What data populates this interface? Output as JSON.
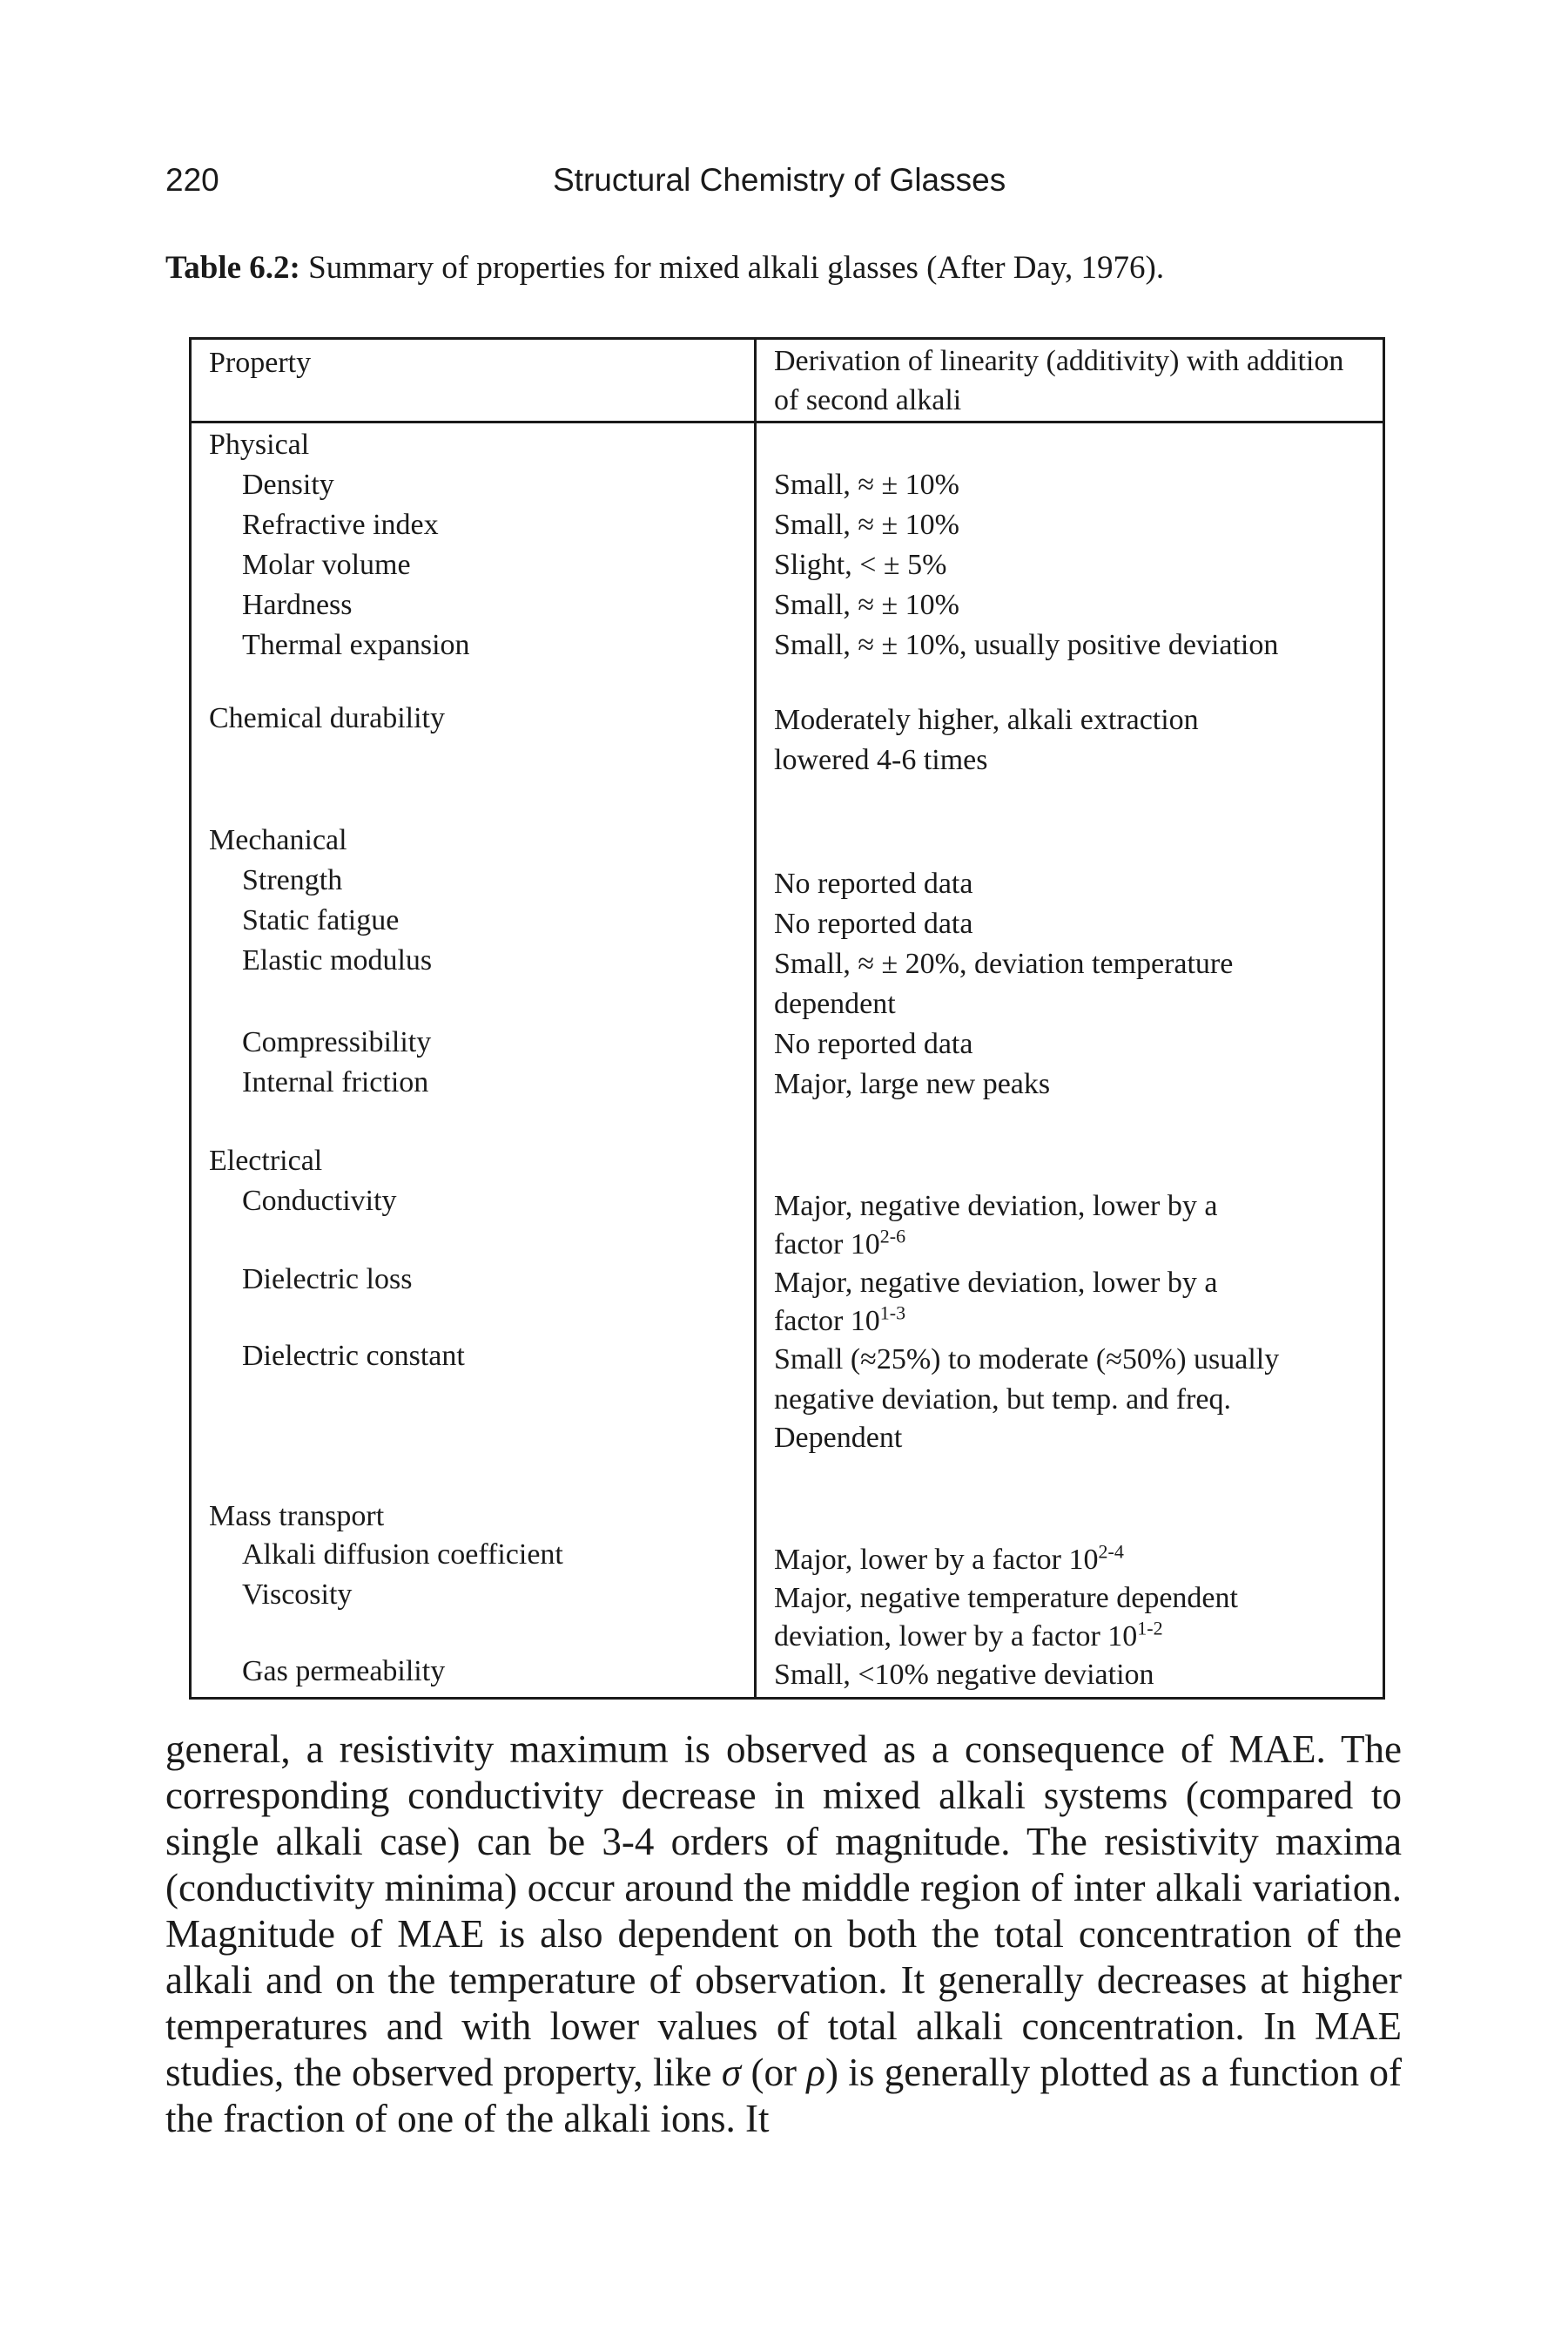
{
  "header": {
    "page_number": "220",
    "running_title": "Structural Chemistry of Glasses"
  },
  "caption": {
    "label": "Table 6.2:",
    "text": " Summary of properties for mixed alkali glasses (After Day, 1976)."
  },
  "table": {
    "headers": {
      "property": "Property",
      "deviation": "Derivation of linearity (additivity) with addition of second alkali"
    },
    "physical": {
      "group": "Physical",
      "density": "Density",
      "density_value": "Small, ≈ ± 10%",
      "refractive_index": "Refractive index",
      "refractive_index_value": "Small, ≈ ± 10%",
      "molar_volume": "Molar volume",
      "molar_volume_value": "Slight, < ± 5%",
      "hardness": "Hardness",
      "hardness_value": "Small, ≈ ± 10%",
      "thermal_expansion": "Thermal expansion",
      "thermal_expansion_value": "Small, ≈ ± 10%, usually positive deviation"
    },
    "chemical": {
      "group": "Chemical durability",
      "value_line1": "Moderately higher, alkali extraction",
      "value_line2": "lowered 4-6 times"
    },
    "mechanical": {
      "group": "Mechanical",
      "strength": "Strength",
      "strength_value": "No reported data",
      "static_fatigue": "Static fatigue",
      "static_fatigue_value": "No reported data",
      "elastic_modulus": "Elastic modulus",
      "elastic_modulus_value_line1": "Small, ≈ ± 20%, deviation temperature",
      "elastic_modulus_value_line2": "dependent",
      "compressibility": "Compressibility",
      "compressibility_value": "No reported data",
      "internal_friction": "Internal friction",
      "internal_friction_value": "Major, large new peaks"
    },
    "electrical": {
      "group": "Electrical",
      "conductivity": "Conductivity",
      "conductivity_value_line1": "Major, negative deviation, lower by a",
      "conductivity_value_line2": "factor 10",
      "conductivity_value_exp": "2-6",
      "dielectric_loss": "Dielectric loss",
      "dielectric_loss_value_line1": "Major, negative deviation, lower by a",
      "dielectric_loss_value_line2": "factor 10",
      "dielectric_loss_value_exp": "1-3",
      "dielectric_constant": "Dielectric constant",
      "dielectric_constant_value_line1": "Small (≈25%) to moderate (≈50%) usually",
      "dielectric_constant_value_line2": "negative deviation, but temp. and freq.",
      "dielectric_constant_value_line3": "Dependent"
    },
    "mass_transport": {
      "group": "Mass transport",
      "alkali_diffusion": "Alkali diffusion coefficient",
      "alkali_diffusion_value": "Major, lower by a factor 10",
      "alkali_diffusion_value_exp": "2-4",
      "viscosity": "Viscosity",
      "viscosity_value_line1": "Major, negative temperature dependent",
      "viscosity_value_line2": "deviation, lower by a factor 10",
      "viscosity_value_exp": "1-2",
      "gas_permeability": "Gas permeability",
      "gas_permeability_value": "Small, <10% negative deviation"
    }
  },
  "body": {
    "text_before_sigma": "general, a resistivity maximum is observed as a consequence of MAE. The corresponding conductivity decrease in mixed alkali systems (compared to single alkali case) can be 3-4 orders of magnitude. The resistivity maxima (conductivity minima) occur around the middle region of inter alkali variation. Magnitude of MAE is also dependent on both the total concentration of the alkali and on the temperature of observation. It generally decreases at higher temperatures and with lower values of total alkali concentration. In MAE studies, the observed property, like ",
    "sigma": "σ",
    "text_mid": " (or ",
    "rho": "ρ",
    "text_after": ") is generally plotted as a function of the fraction of one of the alkali ions. It"
  }
}
